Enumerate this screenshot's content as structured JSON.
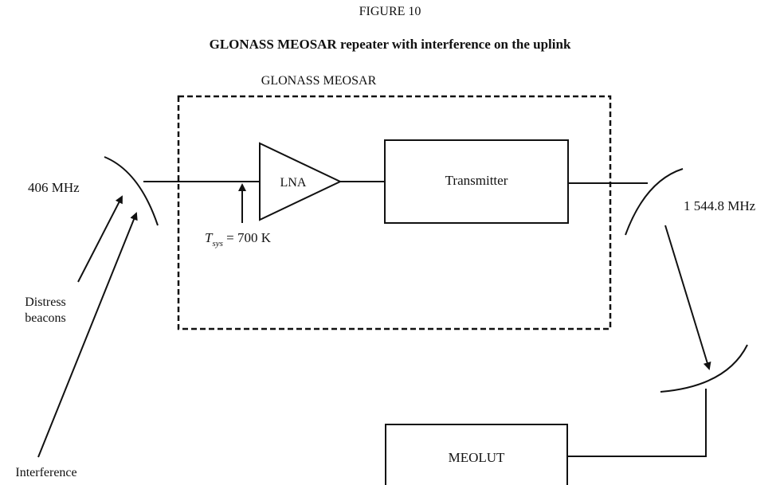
{
  "figure": {
    "number": "FIGURE 10",
    "title": "GLONASS MEOSAR repeater with interference on the uplink"
  },
  "diagram": {
    "satellite_label": "GLONASS MEOSAR",
    "lna_label": "LNA",
    "transmitter_label": "Transmitter",
    "meolut_label": "MEOLUT",
    "uplink_frequency": "406 MHz",
    "downlink_frequency": "1 544.8 MHz",
    "tsys_symbol": "T",
    "tsys_subscript": "sys",
    "tsys_value": " = 700 K",
    "distress_line1": "Distress",
    "distress_line2": "beacons",
    "interference_label": "Interference"
  }
}
